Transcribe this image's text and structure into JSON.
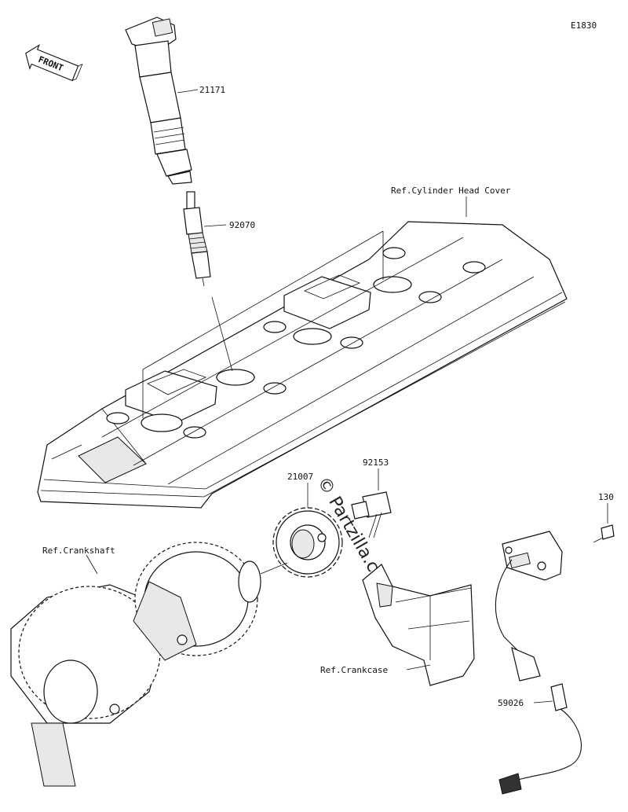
{
  "diagram_code": "E1830",
  "orientation_label": "FRONT",
  "watermark": "© Partzilla.com",
  "part_labels": {
    "ignition_coil": "21171",
    "spark_plug": "92070",
    "cylinder_head_cover": "Ref.Cylinder Head Cover",
    "rotor": "21007",
    "bolt_rotor": "92153",
    "bolt_sensor": "130",
    "crankshaft": "Ref.Crankshaft",
    "crankcase": "Ref.Crankcase",
    "sensor": "59026"
  }
}
